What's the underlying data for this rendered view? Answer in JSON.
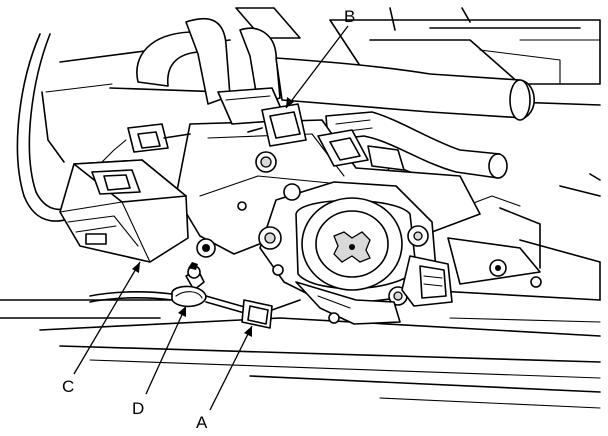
{
  "diagram": {
    "callouts": [
      {
        "id": "A",
        "label": "A"
      },
      {
        "id": "B",
        "label": "B"
      },
      {
        "id": "C",
        "label": "C"
      },
      {
        "id": "D",
        "label": "D"
      }
    ],
    "colors": {
      "ink": "#000000",
      "paper": "#ffffff",
      "shade": "#d9d9d9"
    }
  }
}
